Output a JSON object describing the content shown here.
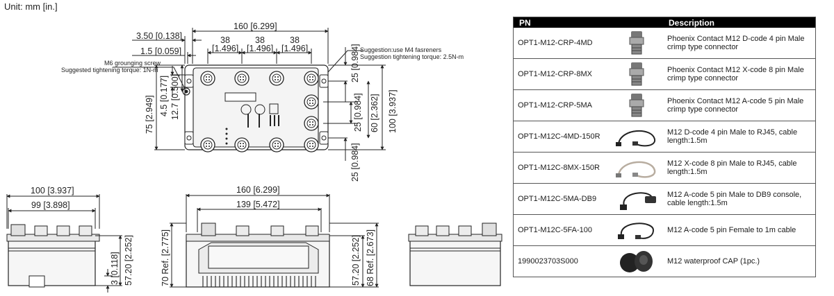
{
  "unit_label": "Unit: mm [in.]",
  "top_view": {
    "width": "160 [6.299]",
    "offset_1": "3.50 [0.138]",
    "offset_2": "1.5 [0.059]",
    "pitch_1": "38",
    "pitch_1_in": "[1.496]",
    "pitch_2": "38",
    "pitch_2_in": "[1.496]",
    "pitch_3": "38",
    "pitch_3_in": "[1.496]",
    "ground_screw": "M6 grounging screw",
    "ground_torque": "Suggested tightening torque: 1N-m",
    "mount_screw": "Suggestion:use M4 fasreners",
    "mount_torque": "Suggestion tightening torque: 2.5N-m",
    "height_75": "75 [2.949]",
    "dim_4_5": "4.5 [0.177]",
    "dim_12_7": "12.7 [0.500]",
    "right_25_top": "25 [0.984]",
    "right_25_mid": "25 [0.984]",
    "right_60": "60 [2.362]",
    "right_100": "100 [3.937]",
    "right_25_bot": "25 [0.984]"
  },
  "side_view": {
    "width_100": "100 [3.937]",
    "width_99": "99 [3.898]",
    "dim_3": "3 [0.118]",
    "dim_57_20": "57.20 [2.252]"
  },
  "front_view": {
    "width_160": "160 [6.299]",
    "width_139": "139 [5.472]",
    "height_70": "70 Ref. [2.775]",
    "height_57_20": "57.20 [2.252]",
    "height_68": "68 Ref. [2.673]"
  },
  "table": {
    "headers": [
      "PN",
      "Description"
    ],
    "rows": [
      {
        "pn": "OPT1-M12-CRP-4MD",
        "icon": "connector-icon",
        "description": "Phoenix Contact M12 D-code 4 pin Male crimp type connector"
      },
      {
        "pn": "OPT1-M12-CRP-8MX",
        "icon": "connector-icon",
        "description": "Phoenix Contact M12 X-code 8 pin Male crimp type connector"
      },
      {
        "pn": "OPT1-M12-CRP-5MA",
        "icon": "connector-icon",
        "description": "Phoenix Contact M12 A-code 5 pin Male crimp type connector"
      },
      {
        "pn": "OPT1-M12C-4MD-150R",
        "icon": "cable-icon",
        "description": "M12 D-code 4 pin Male to RJ45, cable length:1.5m"
      },
      {
        "pn": "OPT1-M12C-8MX-150R",
        "icon": "cable-icon",
        "description": "M12 X-code 8 pin Male to RJ45, cable length:1.5m"
      },
      {
        "pn": "OPT1-M12C-5MA-DB9",
        "icon": "db9-cable-icon",
        "description": "M12 A-code 5 pin Male to DB9 console, cable length:1.5m"
      },
      {
        "pn": "OPT1-M12C-5FA-100",
        "icon": "cable-icon",
        "description": "M12 A-code 5 pin Female to 1m cable"
      },
      {
        "pn": "1990023703S000",
        "icon": "cap-icon",
        "description": "M12 waterproof CAP (1pc.)"
      }
    ]
  }
}
